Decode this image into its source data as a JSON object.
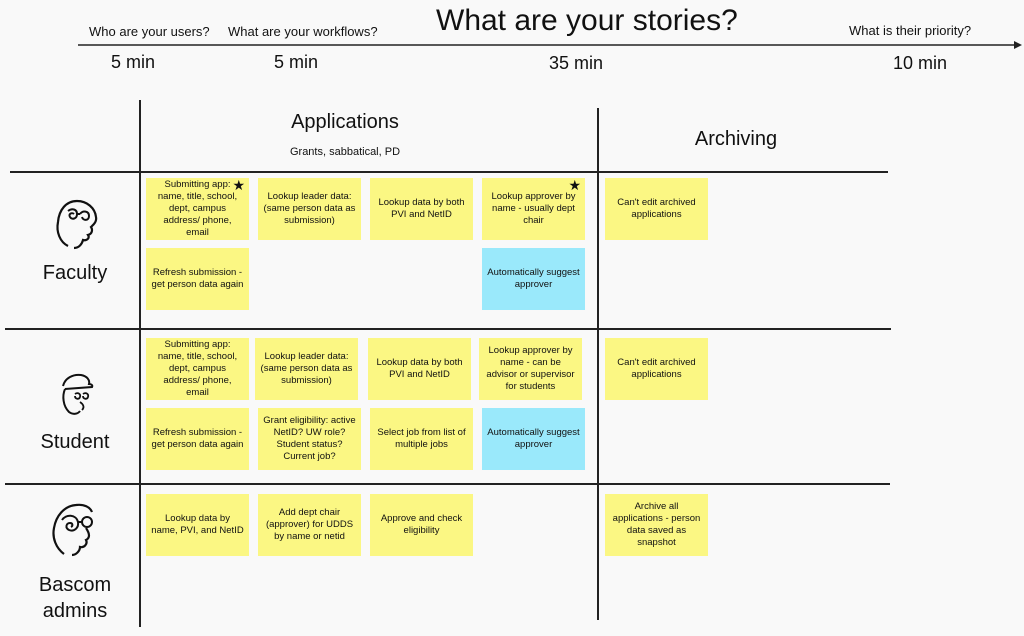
{
  "timeline": {
    "questions": [
      "Who are your users?",
      "What are your workflows?",
      "What are your stories?",
      "What is their priority?"
    ],
    "times": [
      "5 min",
      "5 min",
      "35 min",
      "10 min"
    ]
  },
  "columns": {
    "applications": {
      "title": "Applications",
      "subtitle": "Grants, sabbatical, PD"
    },
    "archiving": {
      "title": "Archiving"
    }
  },
  "rows": {
    "faculty": {
      "label": "Faculty",
      "icon": "face-profile-icon"
    },
    "student": {
      "label": "Student",
      "icon": "face-with-cap-icon"
    },
    "admins": {
      "label": "Bascom admins",
      "icon": "face-with-glasses-icon"
    }
  },
  "stickies": {
    "faculty": [
      {
        "text": "Submitting app: name, title, school, dept, campus address/ phone, email",
        "star": true,
        "color": "#fbf783"
      },
      {
        "text": "Lookup leader data: (same person data as submission)",
        "color": "#fbf783"
      },
      {
        "text": "Lookup data by both PVI and NetID",
        "color": "#fbf783"
      },
      {
        "text": "Lookup approver by name - usually dept chair",
        "star": true,
        "color": "#fbf783"
      },
      {
        "text": "Can't edit archived applications",
        "color": "#fbf783"
      },
      {
        "text": "Refresh submission - get person data again",
        "color": "#fbf783"
      },
      {
        "text": "Automatically suggest approver",
        "color": "#9ae9fb"
      }
    ],
    "student": [
      {
        "text": "Submitting app: name, title, school, dept, campus address/ phone, email",
        "color": "#fbf783"
      },
      {
        "text": "Lookup leader data: (same person data as submission)",
        "color": "#fbf783"
      },
      {
        "text": "Lookup data by both PVI and NetID",
        "color": "#fbf783"
      },
      {
        "text": "Lookup approver by name - can be advisor or supervisor for students",
        "color": "#fbf783"
      },
      {
        "text": "Can't edit archived applications",
        "color": "#fbf783"
      },
      {
        "text": "Refresh submission - get person data again",
        "color": "#fbf783"
      },
      {
        "text": "Grant eligibility: active NetID? UW role? Student status? Current job?",
        "color": "#fbf783"
      },
      {
        "text": "Select job from list of multiple jobs",
        "color": "#fbf783"
      },
      {
        "text": "Automatically suggest approver",
        "color": "#9ae9fb"
      }
    ],
    "admins": [
      {
        "text": "Lookup data by name, PVI, and NetID",
        "color": "#fbf783"
      },
      {
        "text": "Add dept chair (approver) for UDDS by name or netid",
        "color": "#fbf783"
      },
      {
        "text": "Approve and check eligibility",
        "color": "#fbf783"
      },
      {
        "text": "Archive all applications - person data saved as snapshot",
        "color": "#fbf783"
      }
    ]
  },
  "star_glyph": "★"
}
